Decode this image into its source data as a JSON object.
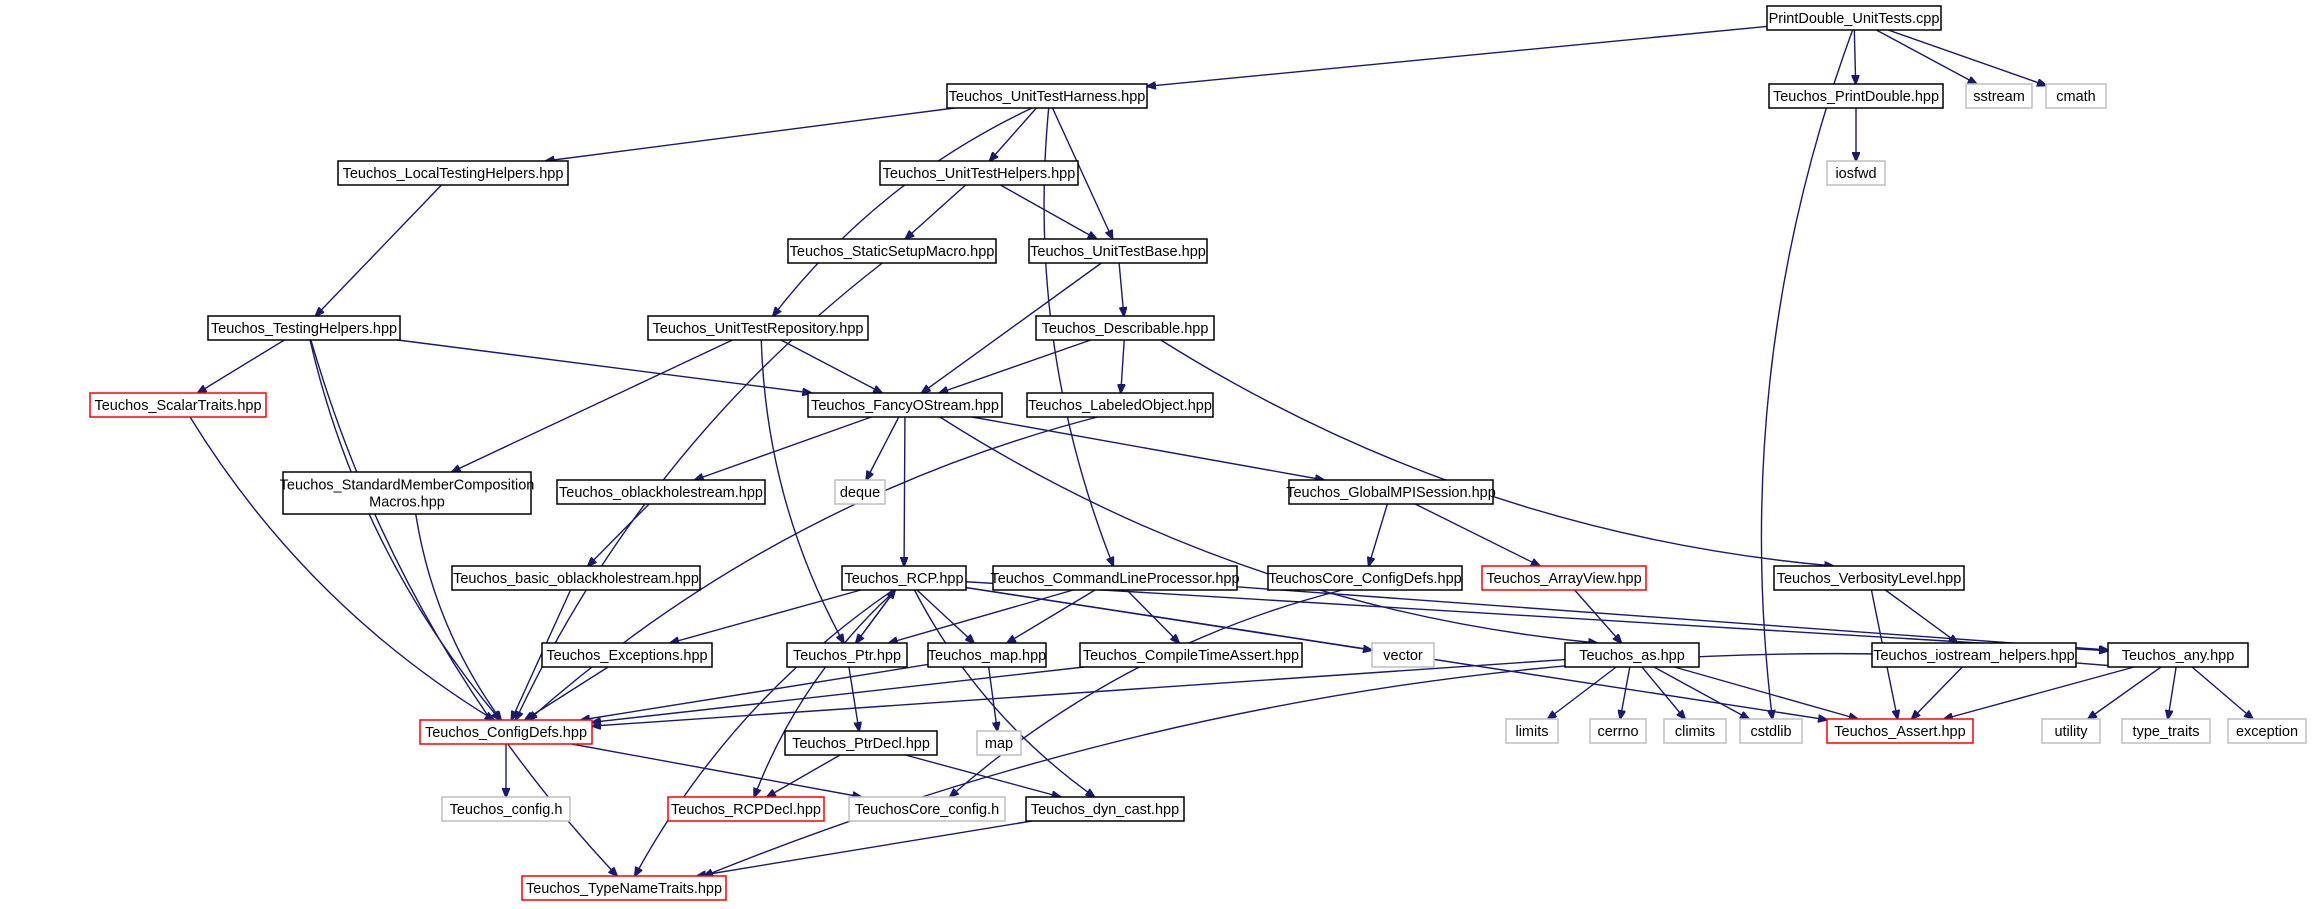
{
  "title": "PrintDouble_UnitTests.cpp",
  "colors": {
    "edge": "#191970",
    "box_normal": "#000000",
    "box_truncated": "#ff0000",
    "box_external": "#bfbfbf",
    "root_fill": "#bfbfbf",
    "text": "#000000"
  },
  "nodes": [
    {
      "id": "root",
      "lines": [
        "PrintDouble_UnitTests.cpp"
      ],
      "style": "root"
    },
    {
      "id": "uth",
      "lines": [
        "Teuchos_UnitTestHarness.hpp"
      ],
      "style": "normal"
    },
    {
      "id": "printdouble",
      "lines": [
        "Teuchos_PrintDouble.hpp"
      ],
      "style": "normal"
    },
    {
      "id": "sstream",
      "lines": [
        "sstream"
      ],
      "style": "external"
    },
    {
      "id": "cmath",
      "lines": [
        "cmath"
      ],
      "style": "external"
    },
    {
      "id": "iosfwd",
      "lines": [
        "iosfwd"
      ],
      "style": "external"
    },
    {
      "id": "localtesting",
      "lines": [
        "Teuchos_LocalTestingHelpers.hpp"
      ],
      "style": "normal"
    },
    {
      "id": "uthelpers",
      "lines": [
        "Teuchos_UnitTestHelpers.hpp"
      ],
      "style": "normal"
    },
    {
      "id": "staticsetup",
      "lines": [
        "Teuchos_StaticSetupMacro.hpp"
      ],
      "style": "normal"
    },
    {
      "id": "utbase",
      "lines": [
        "Teuchos_UnitTestBase.hpp"
      ],
      "style": "normal"
    },
    {
      "id": "testinghelpers",
      "lines": [
        "Teuchos_TestingHelpers.hpp"
      ],
      "style": "normal"
    },
    {
      "id": "utrepo",
      "lines": [
        "Teuchos_UnitTestRepository.hpp"
      ],
      "style": "normal"
    },
    {
      "id": "describable",
      "lines": [
        "Teuchos_Describable.hpp"
      ],
      "style": "normal"
    },
    {
      "id": "scalartraits",
      "lines": [
        "Teuchos_ScalarTraits.hpp"
      ],
      "style": "truncated"
    },
    {
      "id": "fancyostream",
      "lines": [
        "Teuchos_FancyOStream.hpp"
      ],
      "style": "normal"
    },
    {
      "id": "labeledobject",
      "lines": [
        "Teuchos_LabeledObject.hpp"
      ],
      "style": "normal"
    },
    {
      "id": "smcm",
      "lines": [
        "Teuchos_StandardMemberComposition",
        "Macros.hpp"
      ],
      "style": "normal"
    },
    {
      "id": "oblackhole",
      "lines": [
        "Teuchos_oblackholestream.hpp"
      ],
      "style": "normal"
    },
    {
      "id": "deque",
      "lines": [
        "deque"
      ],
      "style": "external"
    },
    {
      "id": "globalmpi",
      "lines": [
        "Teuchos_GlobalMPISession.hpp"
      ],
      "style": "normal"
    },
    {
      "id": "basicoblack",
      "lines": [
        "Teuchos_basic_oblackholestream.hpp"
      ],
      "style": "normal"
    },
    {
      "id": "rcp",
      "lines": [
        "Teuchos_RCP.hpp"
      ],
      "style": "normal"
    },
    {
      "id": "cmdline",
      "lines": [
        "Teuchos_CommandLineProcessor.hpp"
      ],
      "style": "normal"
    },
    {
      "id": "coreconfigdefs",
      "lines": [
        "TeuchosCore_ConfigDefs.hpp"
      ],
      "style": "normal"
    },
    {
      "id": "arrayview",
      "lines": [
        "Teuchos_ArrayView.hpp"
      ],
      "style": "truncated"
    },
    {
      "id": "verbosity",
      "lines": [
        "Teuchos_VerbosityLevel.hpp"
      ],
      "style": "normal"
    },
    {
      "id": "exceptions",
      "lines": [
        "Teuchos_Exceptions.hpp"
      ],
      "style": "normal"
    },
    {
      "id": "ptr",
      "lines": [
        "Teuchos_Ptr.hpp"
      ],
      "style": "normal"
    },
    {
      "id": "map_hpp",
      "lines": [
        "Teuchos_map.hpp"
      ],
      "style": "normal"
    },
    {
      "id": "compiletime",
      "lines": [
        "Teuchos_CompileTimeAssert.hpp"
      ],
      "style": "normal"
    },
    {
      "id": "vector",
      "lines": [
        "vector"
      ],
      "style": "external"
    },
    {
      "id": "as",
      "lines": [
        "Teuchos_as.hpp"
      ],
      "style": "normal"
    },
    {
      "id": "iostreamhelpers",
      "lines": [
        "Teuchos_iostream_helpers.hpp"
      ],
      "style": "normal"
    },
    {
      "id": "any",
      "lines": [
        "Teuchos_any.hpp"
      ],
      "style": "normal"
    },
    {
      "id": "configdefs",
      "lines": [
        "Teuchos_ConfigDefs.hpp"
      ],
      "style": "truncated"
    },
    {
      "id": "ptrdecl",
      "lines": [
        "Teuchos_PtrDecl.hpp"
      ],
      "style": "normal"
    },
    {
      "id": "map",
      "lines": [
        "map"
      ],
      "style": "external"
    },
    {
      "id": "limits",
      "lines": [
        "limits"
      ],
      "style": "external"
    },
    {
      "id": "cerrno",
      "lines": [
        "cerrno"
      ],
      "style": "external"
    },
    {
      "id": "climits",
      "lines": [
        "climits"
      ],
      "style": "external"
    },
    {
      "id": "cstdlib",
      "lines": [
        "cstdlib"
      ],
      "style": "external"
    },
    {
      "id": "assert",
      "lines": [
        "Teuchos_Assert.hpp"
      ],
      "style": "truncated"
    },
    {
      "id": "utility",
      "lines": [
        "utility"
      ],
      "style": "external"
    },
    {
      "id": "typetraits",
      "lines": [
        "type_traits"
      ],
      "style": "external"
    },
    {
      "id": "exception",
      "lines": [
        "exception"
      ],
      "style": "external"
    },
    {
      "id": "config_h",
      "lines": [
        "Teuchos_config.h"
      ],
      "style": "external"
    },
    {
      "id": "rcpdecl",
      "lines": [
        "Teuchos_RCPDecl.hpp"
      ],
      "style": "truncated"
    },
    {
      "id": "coreconfig_h",
      "lines": [
        "TeuchosCore_config.h"
      ],
      "style": "external"
    },
    {
      "id": "dyncast",
      "lines": [
        "Teuchos_dyn_cast.hpp"
      ],
      "style": "normal"
    },
    {
      "id": "typename",
      "lines": [
        "Teuchos_TypeNameTraits.hpp"
      ],
      "style": "truncated"
    }
  ],
  "edges": [
    [
      "root",
      "uth"
    ],
    [
      "root",
      "cstdlib"
    ],
    [
      "root",
      "printdouble"
    ],
    [
      "root",
      "sstream"
    ],
    [
      "root",
      "cmath"
    ],
    [
      "printdouble",
      "iosfwd"
    ],
    [
      "uth",
      "localtesting"
    ],
    [
      "uth",
      "uthelpers"
    ],
    [
      "uth",
      "utbase"
    ],
    [
      "uth",
      "utrepo"
    ],
    [
      "uth",
      "cmdline"
    ],
    [
      "localtesting",
      "testinghelpers"
    ],
    [
      "uthelpers",
      "staticsetup"
    ],
    [
      "uthelpers",
      "utbase"
    ],
    [
      "staticsetup",
      "configdefs"
    ],
    [
      "utbase",
      "describable"
    ],
    [
      "utbase",
      "fancyostream"
    ],
    [
      "testinghelpers",
      "scalartraits"
    ],
    [
      "testinghelpers",
      "fancyostream"
    ],
    [
      "testinghelpers",
      "configdefs"
    ],
    [
      "testinghelpers",
      "typename"
    ],
    [
      "utrepo",
      "fancyostream"
    ],
    [
      "utrepo",
      "smcm"
    ],
    [
      "utrepo",
      "ptr"
    ],
    [
      "describable",
      "fancyostream"
    ],
    [
      "describable",
      "labeledobject"
    ],
    [
      "describable",
      "verbosity"
    ],
    [
      "scalartraits",
      "configdefs"
    ],
    [
      "labeledobject",
      "configdefs"
    ],
    [
      "fancyostream",
      "oblackhole"
    ],
    [
      "fancyostream",
      "deque"
    ],
    [
      "fancyostream",
      "rcp"
    ],
    [
      "fancyostream",
      "globalmpi"
    ],
    [
      "fancyostream",
      "as"
    ],
    [
      "smcm",
      "configdefs"
    ],
    [
      "oblackhole",
      "basicoblack"
    ],
    [
      "basicoblack",
      "configdefs"
    ],
    [
      "globalmpi",
      "coreconfigdefs"
    ],
    [
      "globalmpi",
      "arrayview"
    ],
    [
      "coreconfigdefs",
      "coreconfig_h"
    ],
    [
      "arrayview",
      "as"
    ],
    [
      "verbosity",
      "iostreamhelpers"
    ],
    [
      "verbosity",
      "assert"
    ],
    [
      "rcp",
      "exceptions"
    ],
    [
      "rcp",
      "ptr"
    ],
    [
      "rcp",
      "map_hpp"
    ],
    [
      "rcp",
      "vector"
    ],
    [
      "rcp",
      "rcpdecl"
    ],
    [
      "rcp",
      "dyncast"
    ],
    [
      "rcp",
      "any"
    ],
    [
      "rcp",
      "assert"
    ],
    [
      "rcp",
      "typename"
    ],
    [
      "cmdline",
      "ptr"
    ],
    [
      "cmdline",
      "map_hpp"
    ],
    [
      "cmdline",
      "compiletime"
    ],
    [
      "cmdline",
      "any"
    ],
    [
      "ptr",
      "rcp"
    ],
    [
      "ptr",
      "ptrdecl"
    ],
    [
      "exceptions",
      "configdefs"
    ],
    [
      "map_hpp",
      "configdefs"
    ],
    [
      "map_hpp",
      "map"
    ],
    [
      "compiletime",
      "configdefs"
    ],
    [
      "as",
      "configdefs"
    ],
    [
      "as",
      "limits"
    ],
    [
      "as",
      "cerrno"
    ],
    [
      "as",
      "climits"
    ],
    [
      "as",
      "cstdlib"
    ],
    [
      "as",
      "assert"
    ],
    [
      "iostreamhelpers",
      "assert"
    ],
    [
      "any",
      "assert"
    ],
    [
      "any",
      "utility"
    ],
    [
      "any",
      "typetraits"
    ],
    [
      "any",
      "exception"
    ],
    [
      "any",
      "typename"
    ],
    [
      "configdefs",
      "config_h"
    ],
    [
      "configdefs",
      "coreconfig_h"
    ],
    [
      "ptrdecl",
      "rcpdecl"
    ],
    [
      "ptrdecl",
      "dyncast"
    ],
    [
      "dyncast",
      "typename"
    ]
  ]
}
